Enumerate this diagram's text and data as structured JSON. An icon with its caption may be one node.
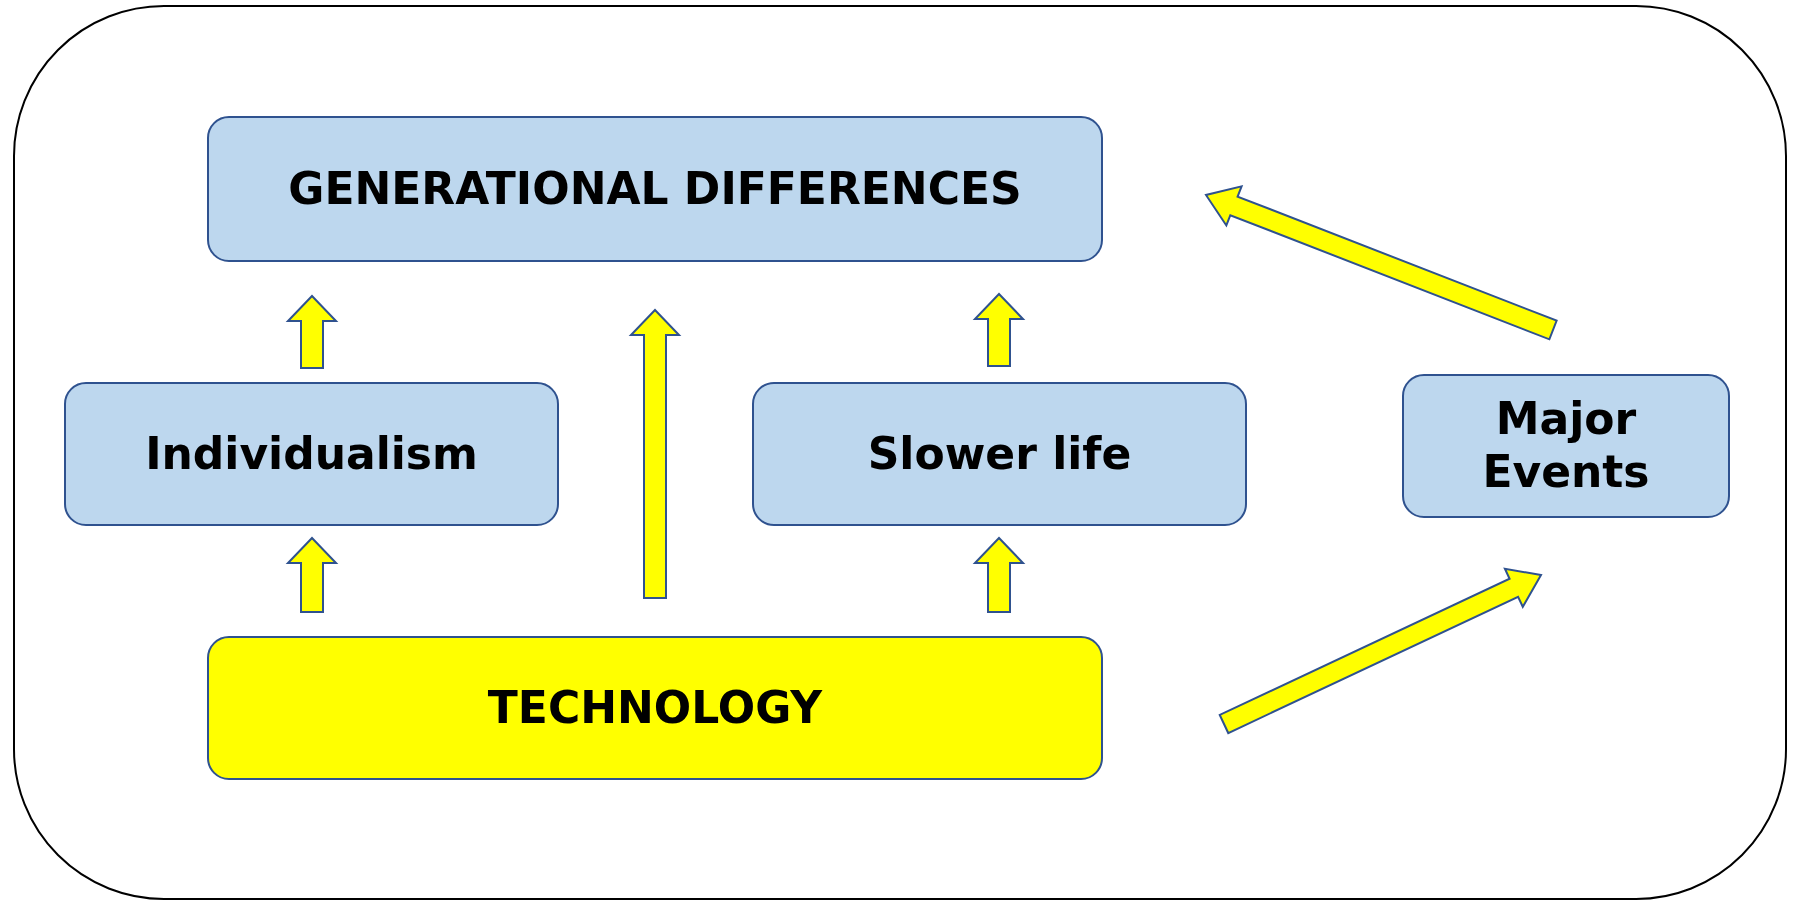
{
  "diagram": {
    "nodes": [
      {
        "text": [
          "GENERATIONAL DIFFERENCES"
        ]
      },
      {
        "text": [
          "Individualism"
        ]
      },
      {
        "text": [
          "Slower life"
        ]
      },
      {
        "text": [
          "Major Events"
        ]
      },
      {
        "text": [
          "TECHNOLOGY"
        ]
      }
    ],
    "edges": [
      {
        "from": 4,
        "to": 1,
        "arrow": "to"
      },
      {
        "from": 1,
        "to": 0,
        "arrow": "to"
      },
      {
        "from": 4,
        "to": 0,
        "arrow": "to"
      },
      {
        "from": 4,
        "to": 2,
        "arrow": "to"
      },
      {
        "from": 2,
        "to": 0,
        "arrow": "to"
      },
      {
        "from": 4,
        "to": 3,
        "arrow": "to"
      },
      {
        "from": 3,
        "to": 0,
        "arrow": "to"
      }
    ]
  }
}
